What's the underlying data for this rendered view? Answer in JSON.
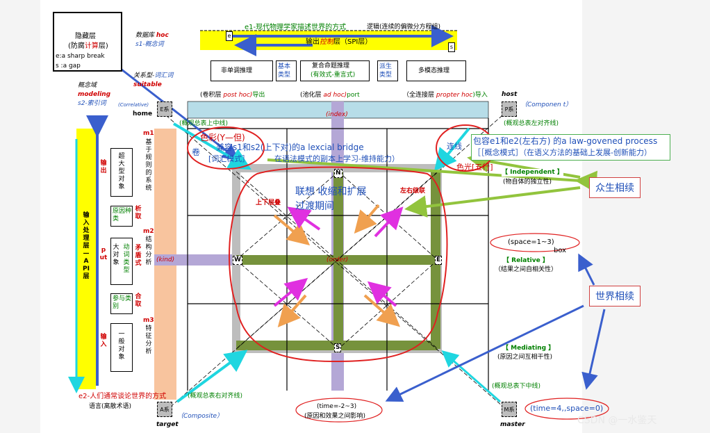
{
  "layer_hidden": {
    "line1": "隐藏层",
    "line2a": "(防腐",
    "line2b": "计算",
    "line2c": "层)",
    "e_note": "e:a sharp break",
    "s_note": "s :a gap"
  },
  "db": {
    "label": "数据库",
    "hoc": "hoc",
    "s1": "s1-概念词"
  },
  "top_e1": "e1-现代物理学家描述世界的方式",
  "top_logic": "逻辑(连续的偏微分方程组)",
  "output_layer": {
    "prefix": "输出",
    "mid": "控制",
    "suffix": "层（SPI层）"
  },
  "markers": {
    "e": "e",
    "s": "s"
  },
  "rel_type": {
    "label": "关系型-",
    "word": "词汇词",
    "suitable": "suitable"
  },
  "concept_domain": "概念域",
  "modeling": "modeling",
  "s2": "s2-索引词",
  "correlative": "(Correlative)",
  "home": "home",
  "buttons": {
    "b1": "非单调推理",
    "b2": "基本类型",
    "b3": "复合命题推理",
    "b3_sub": "(有效式-重言式)",
    "b4": "派生类型",
    "b5": "多模态推理"
  },
  "col_headers": {
    "h1a": "(卷积层",
    "h1b": "post hoc)",
    "h1c": "导出",
    "h2a": "(池化层",
    "h2b": "ad hoc)",
    "h2c": "port",
    "h3a": "（全连接层",
    "h3b": "propter hoc",
    "h3c": ")导入"
  },
  "host": "host",
  "component": "（Componen t）",
  "sys_labels": {
    "e": "E系",
    "p": "P系",
    "a": "A系",
    "m": "M系"
  },
  "index": "(index)",
  "summary_top": "(概观总表上中线)",
  "summary_left": "(概观总表左对齐线)",
  "summary_bottom": "(概观总表下中线)",
  "summary_right": "(概观总表右对齐线)",
  "m1": {
    "label": "m1",
    "text": "基于规则的系统"
  },
  "m2": {
    "label": "m2",
    "text": "结构分析"
  },
  "m3": {
    "label": "m3",
    "text": "特征分析"
  },
  "left_col": {
    "input_layer": "输入处理层—API层",
    "output_top": "输出",
    "input_bottom": "输入",
    "put": "put",
    "super_obj": "超大型对象",
    "origin_type": "原因种类",
    "analyze": "析取",
    "big_obj": "大对象",
    "dyn_type": "动词类型",
    "contradiction": "矛盾式",
    "participant": "参与类别",
    "conjunction": "合取",
    "general_obj": "一般对象",
    "kind": "(kind)"
  },
  "grid": {
    "n": "N",
    "w": "W",
    "e": "E",
    "s": "S",
    "order": "(order)"
  },
  "quadrant_labels": {
    "up_down": "上下层叠",
    "left_right": "左右级联"
  },
  "annot": {
    "color": "色彩(Y—但)",
    "compat": "兼容s1和s2(上下对)的a lexcial bridge",
    "juan": "卷",
    "lexical_mode": "[词汇模式］",
    "grammar": "在语法模式的副本上学习-维持能力）",
    "assoc": "联想  收缩和扩展",
    "transition": "过渡期间",
    "lianxian": "连线",
    "sequang": "色光[五行]",
    "contains": "包容e1和e2(左右方) 的a law-govened process",
    "concept_mode": "［［概念模式］（在语义方法的基础上发展-创新能力）"
  },
  "independent": "【 Independent 】",
  "independent_sub": "(物自体的独立性)",
  "callout_all": "众生相续",
  "callout_world": "世界相续",
  "space_ellipse": "(space=1~3)",
  "box_word": "box",
  "relative": "【 Relative 】",
  "relative_sub": "（结果之间自相关性）",
  "mediating": "【 Mediating 】",
  "mediating_sub": "(原因之间互相干性)",
  "e2": "e2-人们通常谈论世界的方式",
  "language": "语言(离散术语)",
  "composite": "（Composite）",
  "target": "target",
  "master": "master",
  "time_ellipse": "(time=-2~3)",
  "time_sub": "(原因和效果之间影响)",
  "time_space": "(time=4,,space=0)",
  "watermark": "CSDN @一水鉴天",
  "colors": {
    "yellow": "#ffff00",
    "olive": "#76923c",
    "lilac": "#b4a7d6",
    "peach": "#f8c49e",
    "lightblue": "#b7dde8",
    "grey": "#bdbdbd",
    "red": "#e02020",
    "blue": "#1f4fb8",
    "green": "#92c43d",
    "cyan": "#1fd6e0",
    "orange": "#f0a050",
    "magenta": "#e030e0"
  }
}
